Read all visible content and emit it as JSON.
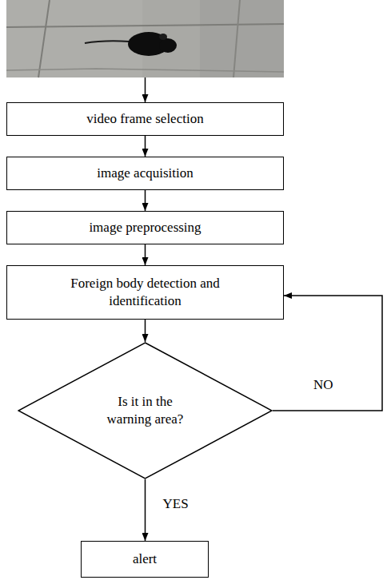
{
  "diagram": {
    "nodes": [
      {
        "text": [
          "video frame selection"
        ]
      },
      {
        "text": [
          "image acquisition"
        ]
      },
      {
        "text": [
          "image preprocessing"
        ]
      },
      {
        "text": [
          "Foreign body detection and identification"
        ]
      },
      {
        "text": [
          "Is it in the warning area?"
        ]
      },
      {
        "text": [
          "alert"
        ]
      }
    ],
    "edges": [
      {
        "from": 0,
        "to": 1,
        "arrow": "to"
      },
      {
        "from": 1,
        "to": 2,
        "arrow": "to"
      },
      {
        "from": 2,
        "to": 3,
        "arrow": "to"
      },
      {
        "from": 3,
        "to": 4,
        "arrow": "to"
      },
      {
        "from": 4,
        "to": 3,
        "label": "NO",
        "arrow": "to"
      },
      {
        "from": 4,
        "to": 5,
        "label": "YES",
        "arrow": "to"
      }
    ]
  }
}
